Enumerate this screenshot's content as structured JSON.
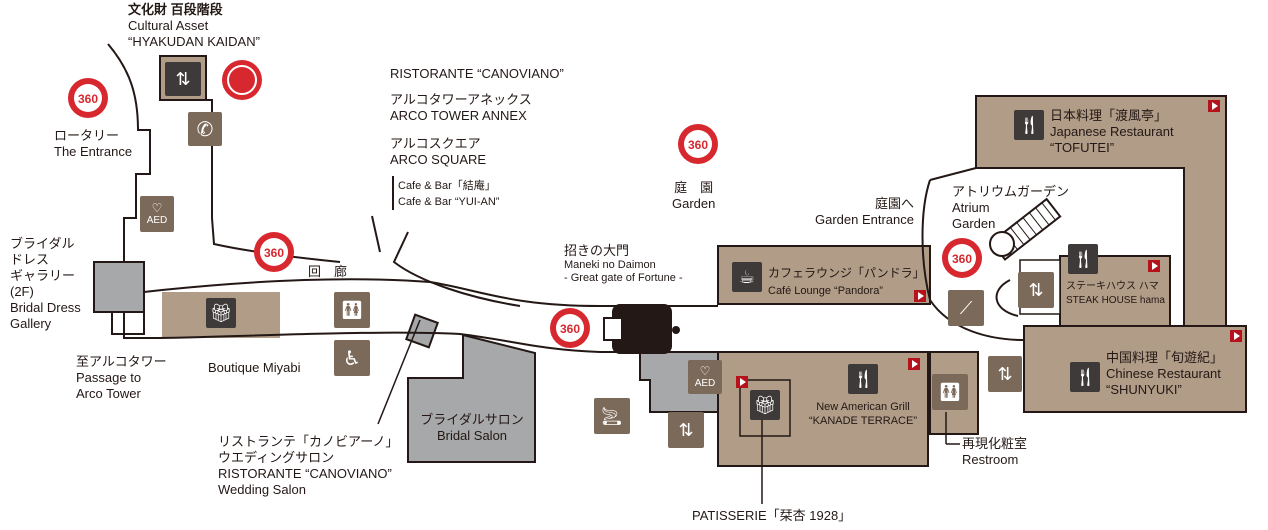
{
  "labels": {
    "hyakudan": [
      "文化財 百段階段",
      "Cultural Asset",
      "“HYAKUDAN KAIDAN”"
    ],
    "rotary": [
      "ロータリー",
      "The Entrance"
    ],
    "dress_gallery": [
      "ブライダル",
      "ドレス",
      "ギャラリー",
      "(2F)",
      "Bridal Dress",
      "Gallery"
    ],
    "passage": [
      "至アルコタワー",
      "Passage to",
      "Arco Tower"
    ],
    "boutique": "Boutique Miyabi",
    "corridor": "回　廊",
    "canoviano_top": "RISTORANTE “CANOVIANO”",
    "annex": [
      "アルコタワーアネックス",
      "ARCO TOWER ANNEX"
    ],
    "square": [
      "アルコスクエア",
      "ARCO SQUARE"
    ],
    "yuian": [
      "Cafe & Bar「結庵」",
      "Cafe & Bar “YUI-AN”"
    ],
    "garden": [
      "庭　園",
      "Garden"
    ],
    "maneki": [
      "招きの大門",
      "Maneki no Daimon",
      "- Great gate of Fortune -"
    ],
    "garden_entrance": [
      "庭園へ",
      "Garden Entrance"
    ],
    "atrium": [
      "アトリウムガーデン",
      "Atrium",
      "Garden"
    ],
    "tofutei": [
      "日本料理「渡風亭」",
      "Japanese Restaurant",
      "“TOFUTEI”"
    ],
    "pandora": [
      "カフェラウンジ「パンドラ」",
      "Café Lounge “Pandora”"
    ],
    "steak": [
      "ステーキハウス ハマ",
      "STEAK HOUSE hama"
    ],
    "shunyuki": [
      "中国料理「旬遊紀」",
      "Chinese Restaurant",
      "“SHUNYUKI”"
    ],
    "kanade": [
      "New American Grill",
      "“KANADE TERRACE”"
    ],
    "restroom": [
      "再現化粧室",
      "Restroom"
    ],
    "bridal_salon": [
      "ブライダルサロン",
      "Bridal Salon"
    ],
    "wedding_salon": [
      "リストランテ「カノビアーノ」",
      "ウエディングサロン",
      "RISTORANTE “CANOVIANO”",
      "Wedding Salon"
    ],
    "patisserie": "PATISSERIE「栞杏 1928」",
    "aed": "AED",
    "badge_360": "360"
  },
  "colors": {
    "room_tan": "#b09c87",
    "room_gray": "#a7a8a9",
    "wall": "#231815",
    "icon_dark": "#3e3a39",
    "icon_brown": "#7b6a5a",
    "badge_red": "#d7282f",
    "play_red": "#b5121b"
  },
  "icons": [
    "elevator-icon",
    "phone-icon",
    "aed-icon",
    "restroom-icon",
    "wheelchair-icon",
    "gift-icon",
    "smoking-icon",
    "cafe-icon",
    "restaurant-icon",
    "escalator-icon",
    "360-view-icon",
    "play-icon"
  ]
}
